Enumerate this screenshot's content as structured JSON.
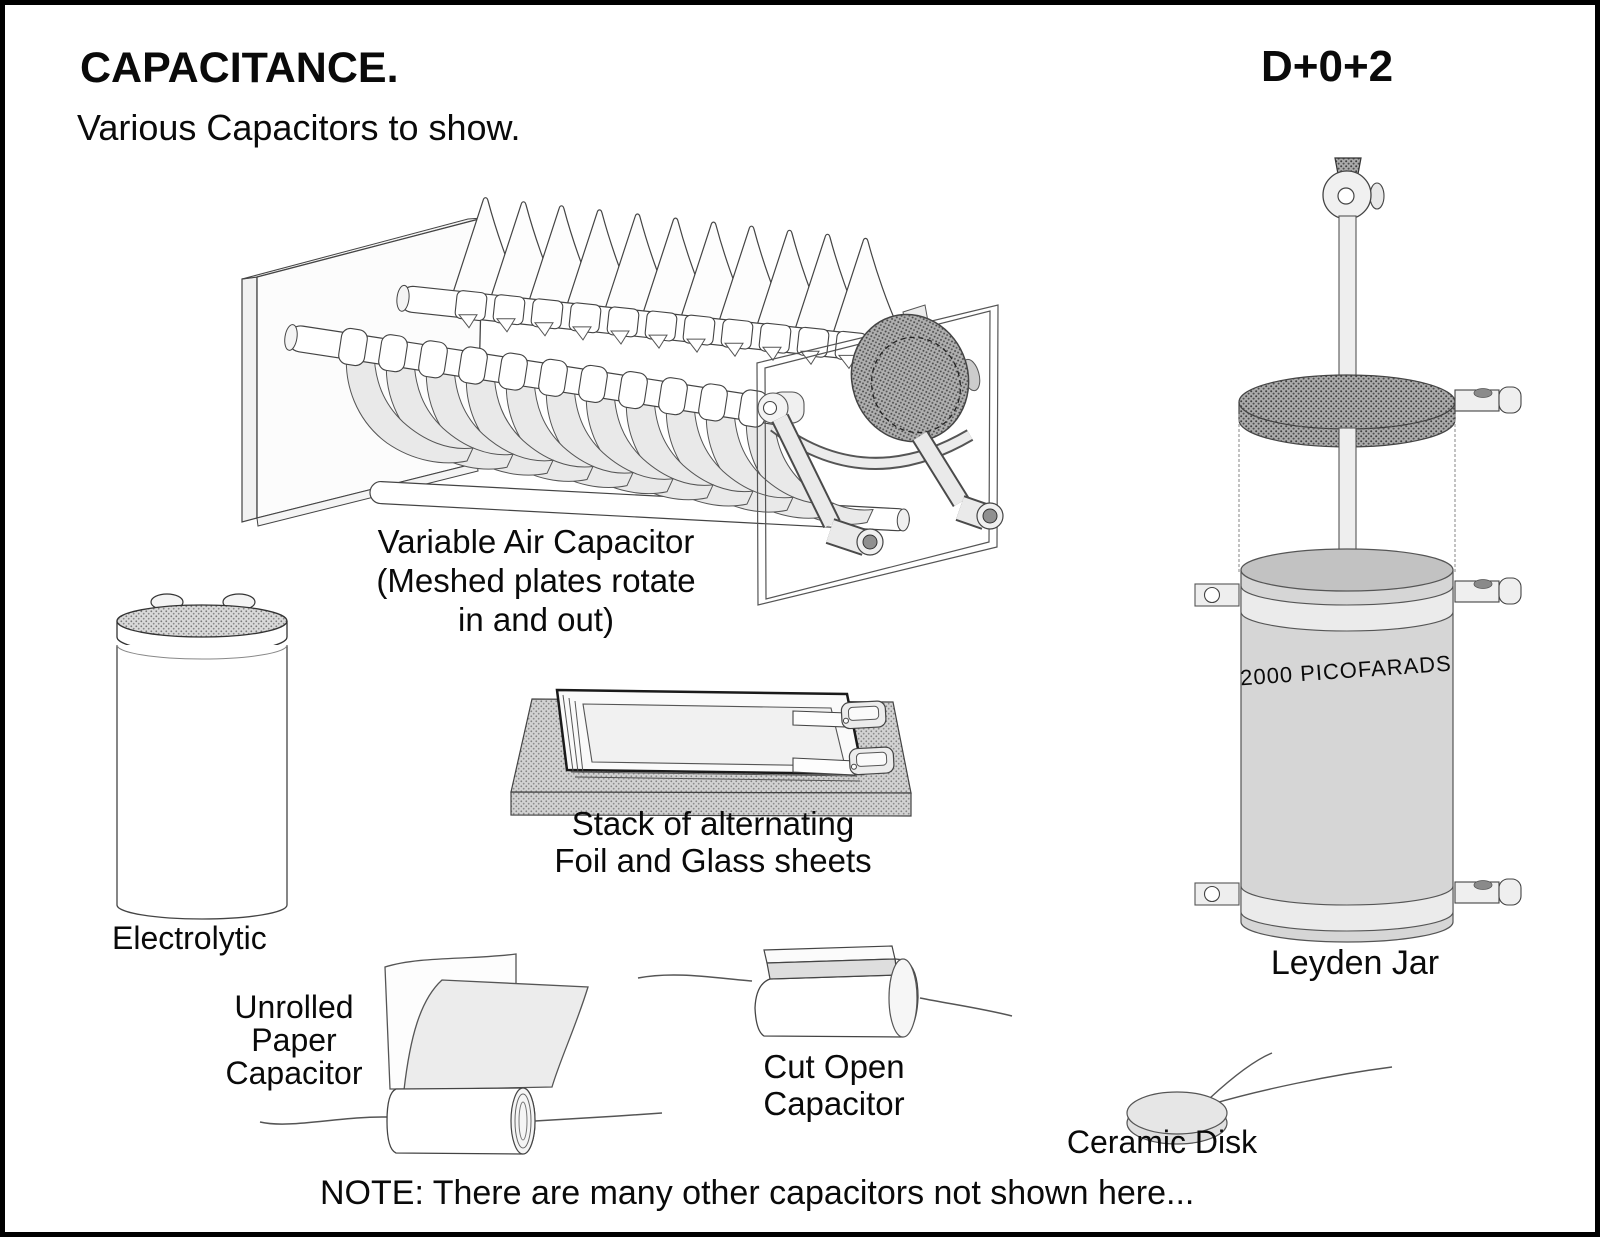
{
  "page": {
    "title": "CAPACITANCE.",
    "subtitle": "Various Capacitors to show.",
    "code": "D+0+2",
    "note": "NOTE: There are many other capacitors not shown here..."
  },
  "figures": {
    "variable_air": {
      "caption_line1": "Variable Air Capacitor",
      "caption_line2": "(Meshed plates rotate",
      "caption_line3": "in and out)"
    },
    "electrolytic": {
      "label": "Electrolytic"
    },
    "foil_glass_stack": {
      "caption_line1": "Stack of alternating",
      "caption_line2": "Foil and Glass sheets"
    },
    "leyden_jar": {
      "label": "Leyden Jar",
      "marking": "2000 PICOFARADS"
    },
    "unrolled_paper": {
      "label_line1": "Unrolled",
      "label_line2": "Paper",
      "label_line3": "Capacitor"
    },
    "cut_open": {
      "label_line1": "Cut Open",
      "label_line2": "Capacitor"
    },
    "ceramic_disk": {
      "label": "Ceramic Disk"
    }
  },
  "colors": {
    "ink": "#000000",
    "background": "#ffffff",
    "plate_gray": "#e9e9e9",
    "mid_gray": "#d6d6d6",
    "stipple_dark": "#b5b5b5",
    "stipple_light": "#d9d9d9"
  }
}
